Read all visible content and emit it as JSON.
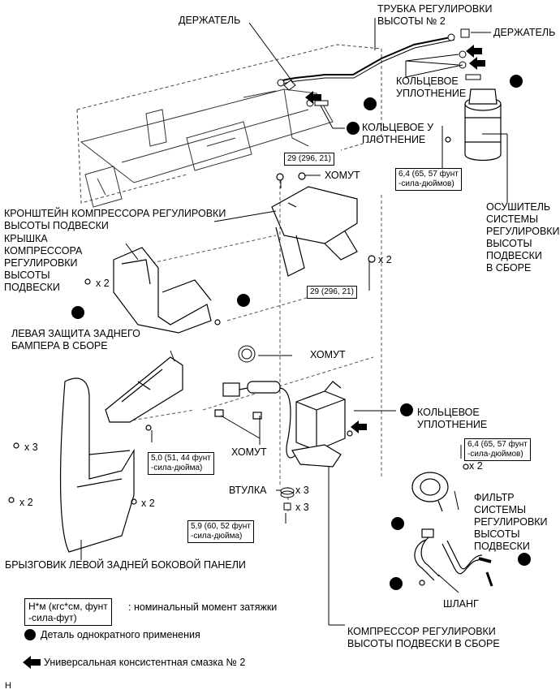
{
  "labels": {
    "holder_top_left": "ДЕРЖАТЕЛЬ",
    "height_tube": "ТРУБКА РЕГУЛИРОВКИ\nВЫСОТЫ № 2",
    "holder_top_right": "ДЕРЖАТЕЛЬ",
    "o_ring_right": "КОЛЬЦЕВОЕ\nУПЛОТНЕНИЕ",
    "o_ring_middle": "КОЛЬЦЕВОЕ У\nПЛОТНЕНИЕ",
    "clamp_top": "ХОМУТ",
    "bracket": "КРОНШТЕЙН КОМПРЕССОРА РЕГУЛИРОВКИ\nВЫСОТЫ ПОДВЕСКИ",
    "cover": "КРЫШКА\nКОМПРЕССОРА\nРЕГУЛИРОВКИ\nВЫСОТЫ\nПОДВЕСКИ",
    "dryer": "ОСУШИТЕЛЬ\nСИСТЕМЫ\nРЕГУЛИРОВКИ\nВЫСОТЫ\nПОДВЕСКИ\nВ СБОРЕ",
    "bumper_guard": "ЛЕВАЯ ЗАЩИТА ЗАДНЕГО\nБАМПЕРА В СБОРЕ",
    "clamp_mid": "ХОМУТ",
    "o_ring_lower": "КОЛЬЦЕВОЕ\nУПЛОТНЕНИЕ",
    "clamp_lower": "ХОМУТ",
    "bushing": "ВТУЛКА",
    "filter": "ФИЛЬТР СИСТЕМЫ\nРЕГУЛИРОВКИ\nВЫСОТЫ ПОДВЕСКИ",
    "mudguard": "БРЫЗГОВИК ЛЕВОЙ ЗАДНЕЙ БОКОВОЙ ПАНЕЛИ",
    "hose": "ШЛАНГ",
    "compressor": "КОМПРЕССОР РЕГУЛИРОВКИ\nВЫСОТЫ ПОДВЕСКИ В СБОРЕ"
  },
  "quantities": {
    "cover_bolts": "x 2",
    "bracket_bolts": "x 2",
    "mudguard_screws_a": "x 3",
    "mudguard_screws_b": "x 2",
    "mudguard_screws_c": "x 2",
    "bushing_qty": "x 3",
    "compressor_nuts": "x 3",
    "filter_bolts": "x 2"
  },
  "torques": {
    "bracket_top": "29 (296, 21)",
    "bracket_side": "29 (296, 21)",
    "dryer": "6,4 (65, 57 фунт\n-сила-дюймов)",
    "guard": "5,0 (51, 44 фунт\n-сила-дюйма)",
    "compressor": "5,9 (60, 52 фунт\n-сила-дюйма)",
    "filter": "6,4 (65, 57 фунт\n-сила-дюймов)"
  },
  "legend": {
    "torque_box": "Н*м (кгс*см, фунт\n-сила-фут)",
    "torque_text": ": номинальный момент затяжки",
    "single_use": "Деталь однократного применения",
    "grease": "Универсальная консистентная смазка № 2"
  },
  "footer": {
    "code": "H"
  }
}
